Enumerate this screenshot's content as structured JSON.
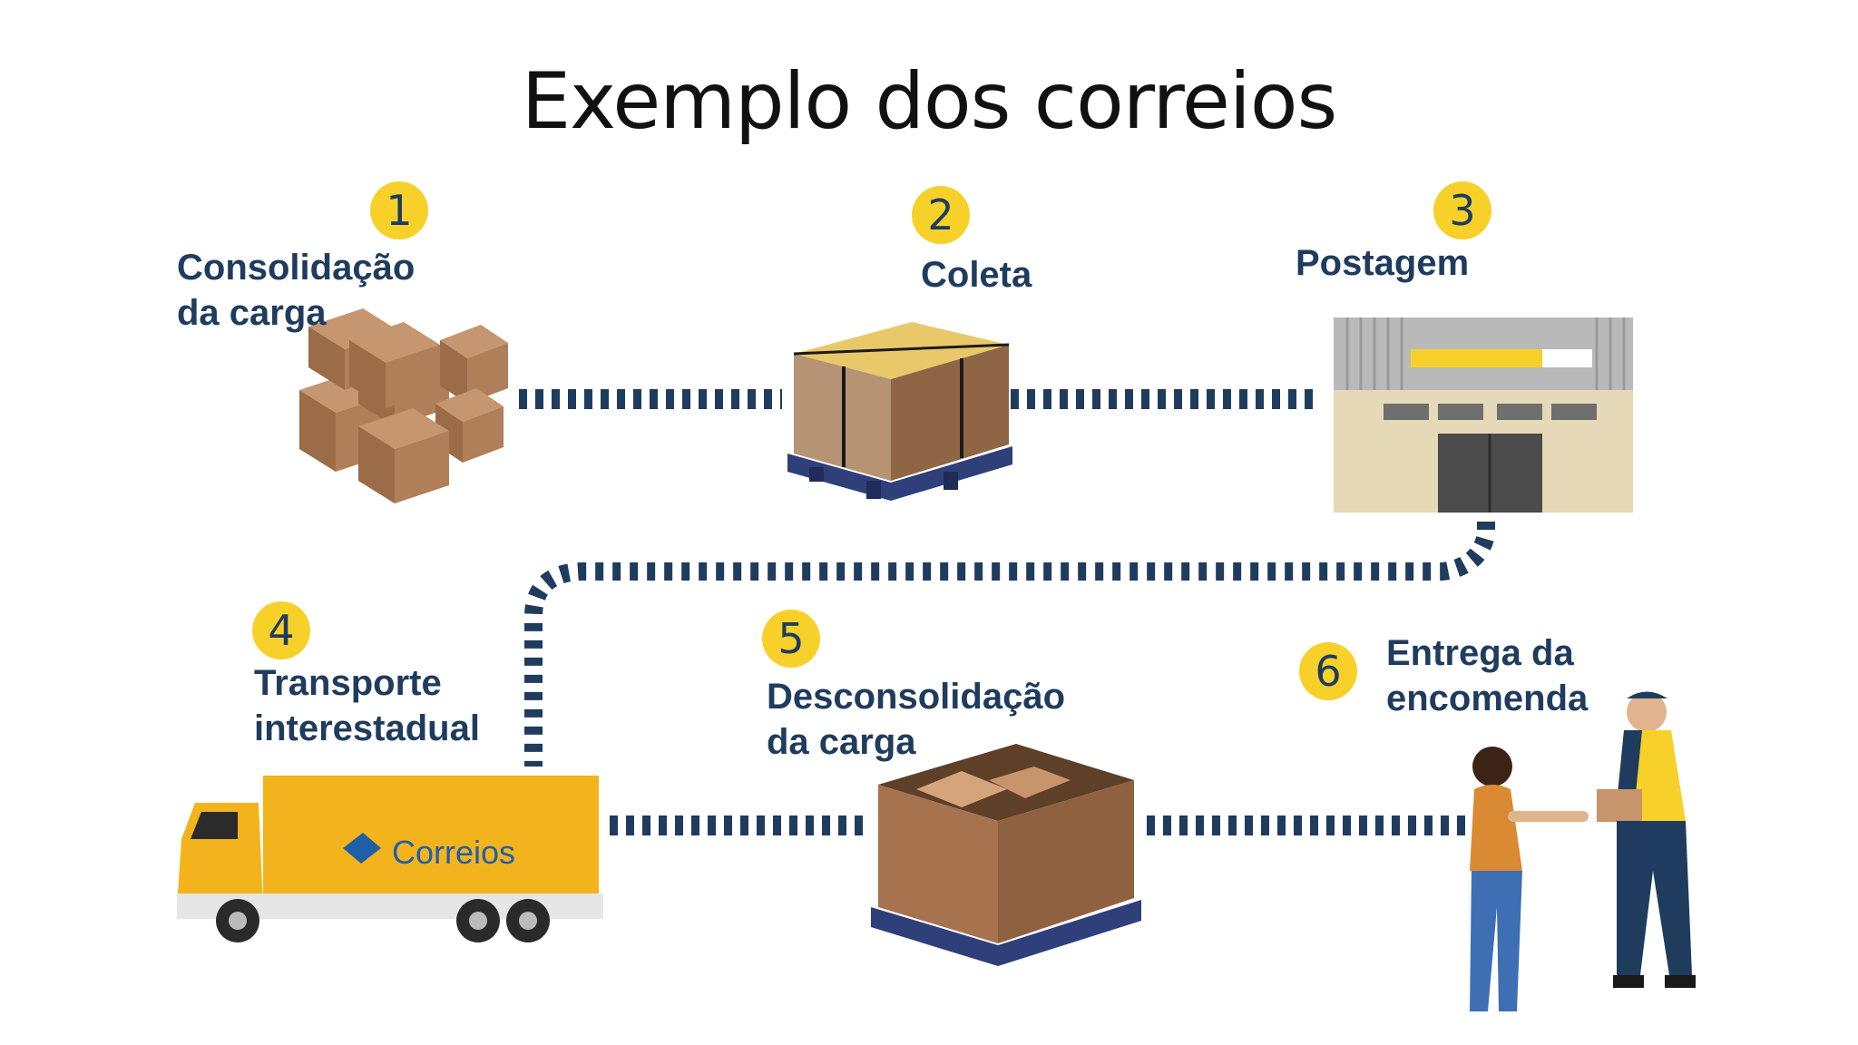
{
  "title": "Exemplo dos correios",
  "brand": "Correios",
  "colors": {
    "navy": "#1f3c5e",
    "yellow": "#f7d12a",
    "box_brown": "#a6734e",
    "box_tan": "#c9a27e"
  },
  "steps": [
    {
      "number": "1",
      "label": "Consolidação\nda carga",
      "icon": "stacked-boxes-icon"
    },
    {
      "number": "2",
      "label": "Coleta",
      "icon": "wrapped-pallet-icon"
    },
    {
      "number": "3",
      "label": "Postagem",
      "icon": "post-office-building-icon"
    },
    {
      "number": "4",
      "label": "Transporte\ninterestadual",
      "icon": "delivery-truck-icon"
    },
    {
      "number": "5",
      "label": "Desconsolidação\nda carga",
      "icon": "open-box-pallet-icon"
    },
    {
      "number": "6",
      "label": "Entrega da\nencomenda",
      "icon": "courier-delivery-icon"
    }
  ]
}
